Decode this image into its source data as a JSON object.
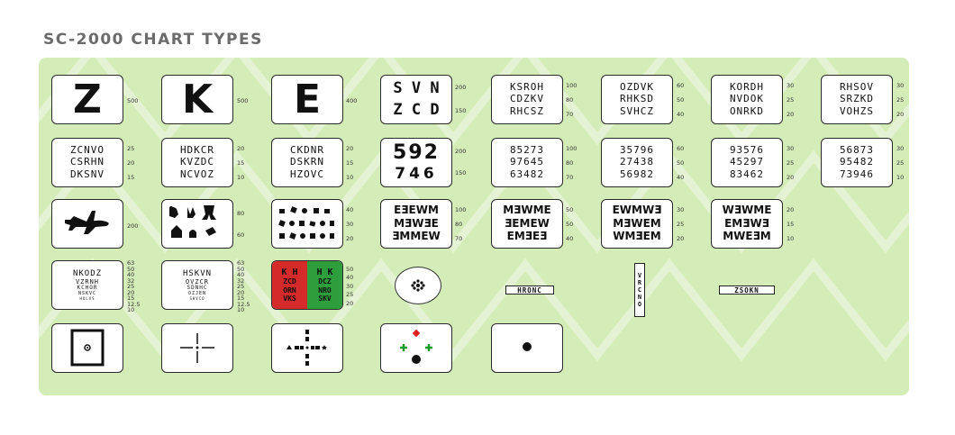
{
  "title": "SC-2000 CHART TYPES",
  "row1": [
    {
      "text": "Z",
      "label": "500"
    },
    {
      "text": "K",
      "label": "500"
    },
    {
      "text": "E",
      "label": "400"
    },
    {
      "rows": [
        "S V N",
        "Z C D"
      ],
      "labels": [
        "200",
        "150"
      ]
    },
    {
      "rows": [
        "KSROH",
        "CDZKV",
        "RHCSZ"
      ],
      "labels": [
        "100",
        "80",
        "70"
      ]
    },
    {
      "rows": [
        "OZDVK",
        "RHKSD",
        "SVHCZ"
      ],
      "labels": [
        "60",
        "50",
        "40"
      ]
    },
    {
      "rows": [
        "KORDH",
        "NVDOK",
        "ONRKD"
      ],
      "labels": [
        "30",
        "25",
        "20"
      ]
    },
    {
      "rows": [
        "RHSOV",
        "SRZKD",
        "VOHZS"
      ],
      "labels": [
        "30",
        "25",
        "20"
      ]
    }
  ],
  "row2": [
    {
      "rows": [
        "ZCNVO",
        "CSRHN",
        "DKSNV"
      ],
      "labels": [
        "25",
        "20",
        "15"
      ]
    },
    {
      "rows": [
        "HDKCR",
        "KVZDC",
        "NCVOZ"
      ],
      "labels": [
        "20",
        "15",
        "10"
      ]
    },
    {
      "rows": [
        "CKDNR",
        "DSKRN",
        "HZOVC"
      ],
      "labels": [
        "20",
        "15",
        "10"
      ]
    },
    {
      "rows": [
        "592",
        "746"
      ],
      "labels": [
        "200",
        "150"
      ]
    },
    {
      "rows": [
        "85273",
        "97645",
        "63482"
      ],
      "labels": [
        "100",
        "80",
        "70"
      ]
    },
    {
      "rows": [
        "35796",
        "27438",
        "56982"
      ],
      "labels": [
        "60",
        "50",
        "40"
      ]
    },
    {
      "rows": [
        "93576",
        "45297",
        "83462"
      ],
      "labels": [
        "30",
        "25",
        "20"
      ]
    },
    {
      "rows": [
        "56873",
        "95482",
        "73946"
      ],
      "labels": [
        "30",
        "25",
        "10"
      ]
    }
  ],
  "row3": [
    {
      "labels": [
        "200"
      ]
    },
    {
      "labels": [
        "80",
        "60"
      ]
    },
    {
      "labels": [
        "40",
        "30",
        "20"
      ]
    },
    {
      "rows": [
        "EƎEWM",
        "MƎWƎE",
        "ƎMMEW"
      ],
      "labels": [
        "100",
        "80",
        "70"
      ]
    },
    {
      "rows": [
        "MƎWME",
        "ƎEMEW",
        "EMƎEƎ"
      ],
      "labels": [
        "50",
        "50",
        "40"
      ]
    },
    {
      "rows": [
        "EWMWƎ",
        "MƎWEM",
        "WMƎEM"
      ],
      "labels": [
        "30",
        "25",
        "20"
      ]
    },
    {
      "rows": [
        "WƎWME",
        "EMƎWƎ",
        "MWEƎM"
      ],
      "labels": [
        "20",
        "15",
        "10"
      ]
    }
  ],
  "row4": {
    "chart1": {
      "rows": [
        "NKODZ",
        "VZRNH",
        "KCHOR",
        "NSKVC",
        "HOLVS"
      ],
      "labels": [
        "63",
        "50",
        "40",
        "32",
        "25",
        "20",
        "15",
        "12.5",
        "10"
      ]
    },
    "chart2": {
      "rows": [
        "HSKVN",
        "OVZCR",
        "SDNHC",
        "OZJEN",
        "SHVCO"
      ],
      "labels": [
        "63",
        "50",
        "40",
        "32",
        "25",
        "20",
        "15",
        "12.5",
        "10"
      ]
    },
    "duo": {
      "left": [
        "K H",
        "ZCD",
        "ORN",
        "VKS"
      ],
      "right": [
        "H K",
        "DCZ",
        "NRO",
        "SKV"
      ],
      "labels": [
        "50",
        "40",
        "30",
        "25",
        "20"
      ],
      "colors": {
        "red": "#d42a2a",
        "green": "#2e9e3d"
      }
    },
    "strip_h1": "HRONC",
    "strip_v": "VRCNO",
    "strip_h2": "ZSOKN"
  },
  "colors": {
    "panel": "#d4ecb7",
    "stripe": "#e6f4d6",
    "red": "#e02020",
    "green": "#1a9a2a"
  }
}
